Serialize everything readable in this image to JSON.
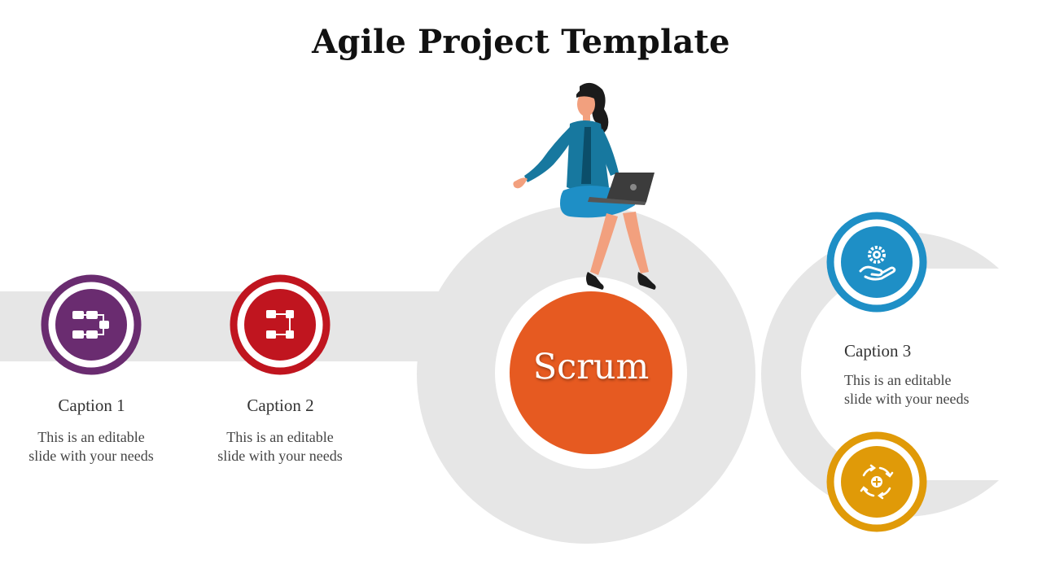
{
  "slide": {
    "title": "Agile Project Template",
    "center_label": "Scrum",
    "center_color": "#E65A21",
    "track_color": "#E6E6E6"
  },
  "items": [
    {
      "caption": "Caption 1",
      "desc_line1": "This is an editable",
      "desc_line2": "slide with your needs",
      "color": "#6A2C70",
      "icon": "workflow-icon"
    },
    {
      "caption": "Caption 2",
      "desc_line1": "This is an editable",
      "desc_line2": "slide with your needs",
      "color": "#C0151F",
      "icon": "flowchart-icon"
    },
    {
      "caption": "Caption 3",
      "desc_line1": "This is an editable",
      "desc_line2": "slide with your needs",
      "color": "#1E8FC6",
      "icon": "gear-hand-icon"
    },
    {
      "color": "#E09A08",
      "icon": "cycle-plus-icon"
    }
  ]
}
